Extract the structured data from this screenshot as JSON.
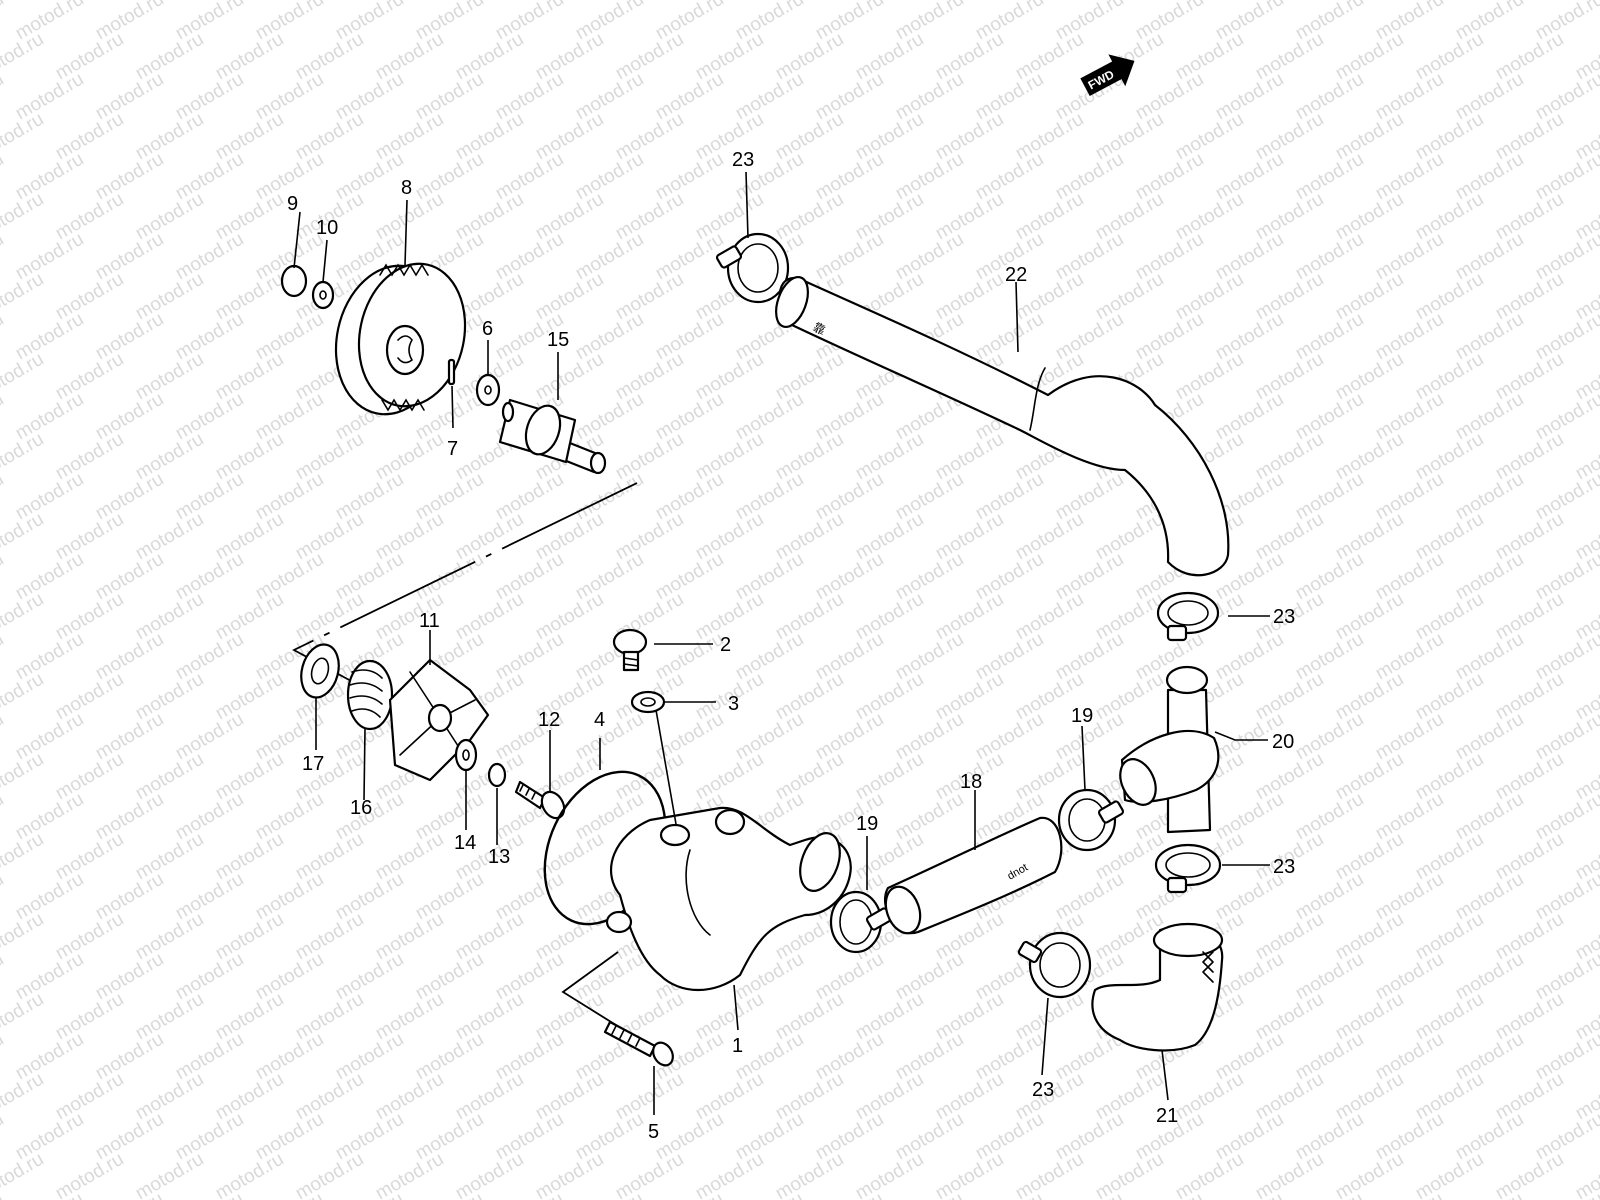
{
  "watermark": "motod.ru",
  "direction_label": "FWD",
  "callouts": {
    "c1": "1",
    "c2": "2",
    "c3": "3",
    "c4": "4",
    "c5": "5",
    "c6": "6",
    "c7": "7",
    "c8": "8",
    "c9": "9",
    "c10": "10",
    "c11": "11",
    "c12": "12",
    "c13": "13",
    "c14": "14",
    "c15": "15",
    "c16": "16",
    "c17": "17",
    "c18": "18",
    "c19a": "19",
    "c19b": "19",
    "c20": "20",
    "c21": "21",
    "c22": "22",
    "c23a": "23",
    "c23b": "23",
    "c23c": "23",
    "c23d": "23"
  }
}
